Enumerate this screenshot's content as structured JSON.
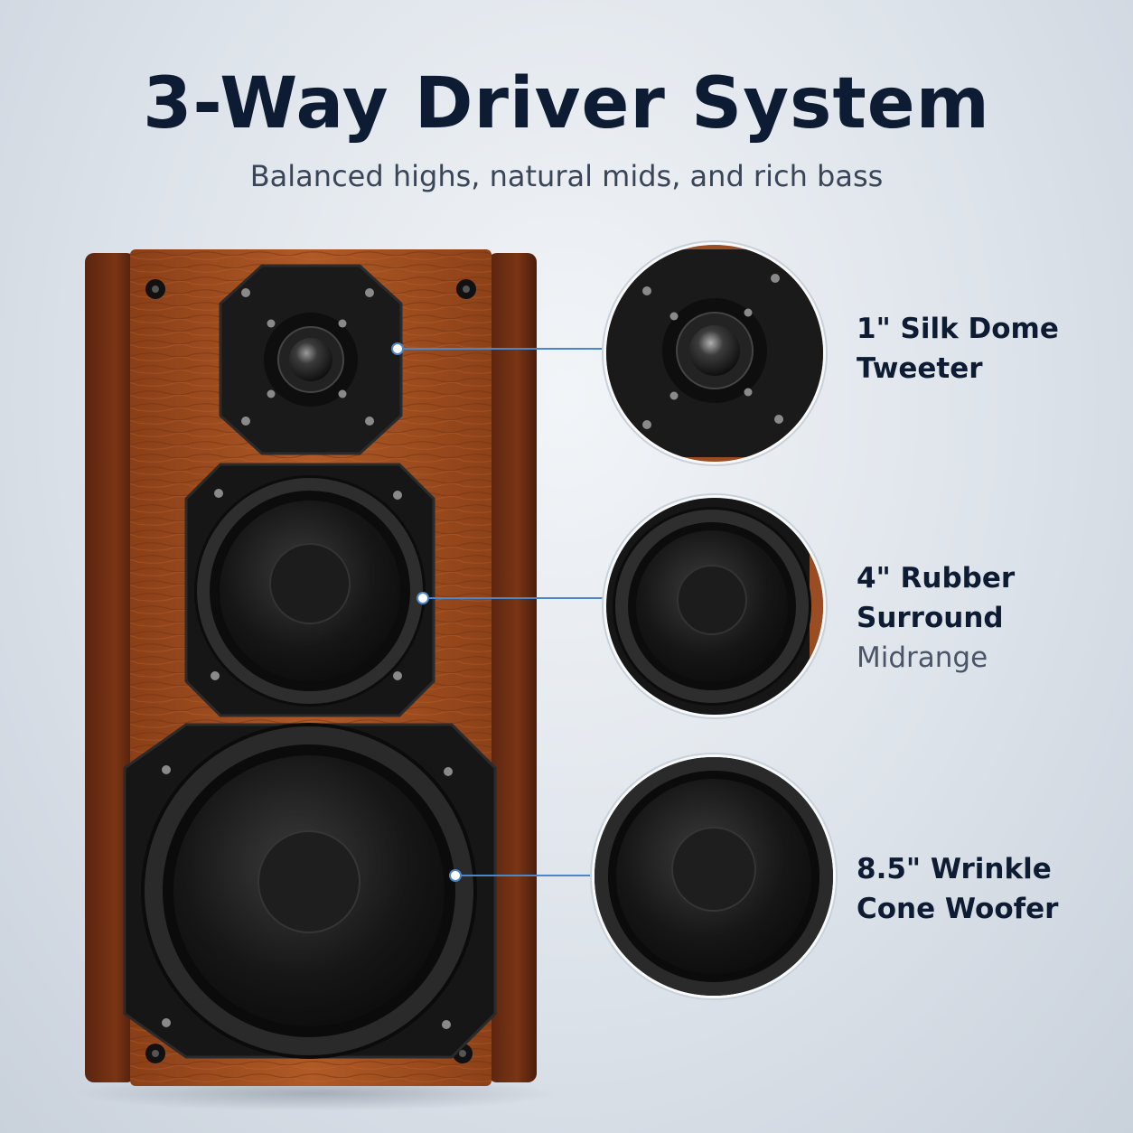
{
  "header": {
    "title": "3-Way Driver System",
    "subtitle": "Balanced highs, natural mids, and rich bass"
  },
  "drivers": [
    {
      "line1": "1\" Silk Dome",
      "line2": "Tweeter",
      "line3": ""
    },
    {
      "line1": "4\" Rubber",
      "line2": "Surround",
      "line3": "Midrange"
    },
    {
      "line1": "8.5\" Wrinkle",
      "line2": "Cone Woofer",
      "line3": ""
    }
  ],
  "colors": {
    "title": "#0d1b33",
    "accent_line": "#4a86c8",
    "wood": "#9a4d22",
    "driver": "#141414"
  }
}
